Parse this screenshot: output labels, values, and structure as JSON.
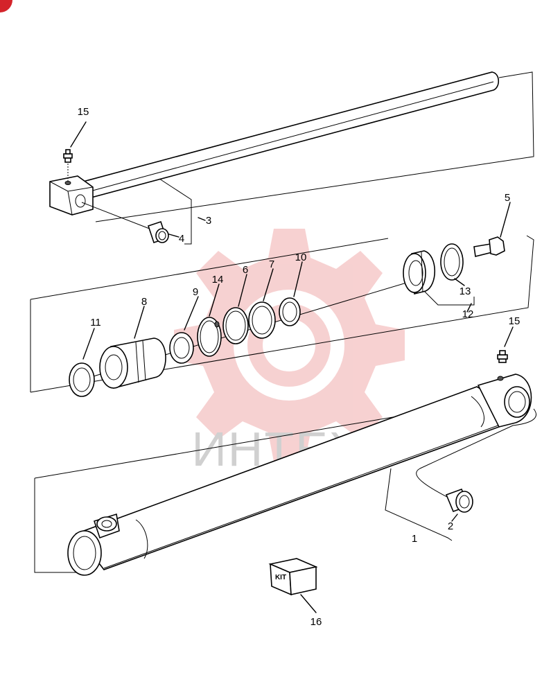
{
  "diagram": {
    "callouts": [
      {
        "id": "15a",
        "label": "15"
      },
      {
        "id": "3",
        "label": "3"
      },
      {
        "id": "4",
        "label": "4"
      },
      {
        "id": "5",
        "label": "5"
      },
      {
        "id": "13",
        "label": "13"
      },
      {
        "id": "12",
        "label": "12"
      },
      {
        "id": "10",
        "label": "10"
      },
      {
        "id": "7",
        "label": "7"
      },
      {
        "id": "6",
        "label": "6"
      },
      {
        "id": "14",
        "label": "14"
      },
      {
        "id": "9",
        "label": "9"
      },
      {
        "id": "8",
        "label": "8"
      },
      {
        "id": "11",
        "label": "11"
      },
      {
        "id": "15b",
        "label": "15"
      },
      {
        "id": "2",
        "label": "2"
      },
      {
        "id": "1",
        "label": "1"
      },
      {
        "id": "16",
        "label": "16"
      }
    ],
    "kit_label": "KIT",
    "watermark": "ИНТЕХ",
    "colors": {
      "ink": "#000000",
      "watermark": "#f2b8b8",
      "corner_badge": "#d4232a"
    }
  }
}
